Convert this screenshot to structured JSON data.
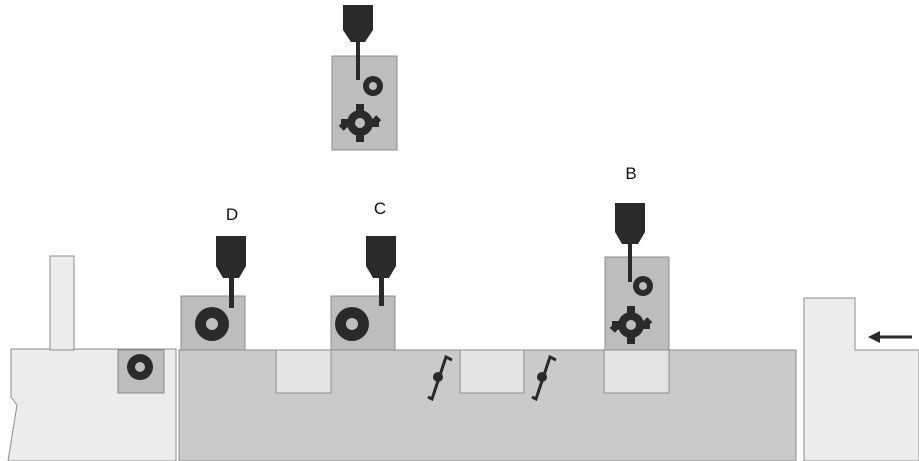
{
  "colors": {
    "background": "#ffffff",
    "bar_dark": "#cacaca",
    "bar_light": "#ececec",
    "slot": "#e3e3e3",
    "carrier_box": "#bdbdbd",
    "tool": "#2a2a2a",
    "outline": "#8c8c8c"
  },
  "labels": {
    "b": "B",
    "c": "C",
    "d": "D"
  },
  "icons": {
    "feed_arrow": "arrow-left-icon",
    "tool_holder": "tool-holder-icon",
    "ring_part": "ring-part-icon",
    "gear_part": "gear-part-icon",
    "pawl": "pawl-icon"
  }
}
